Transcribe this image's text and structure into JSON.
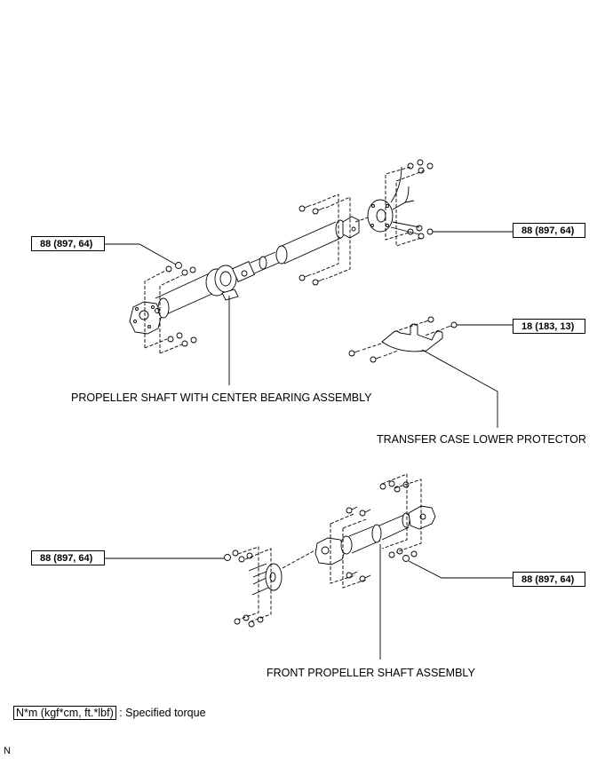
{
  "diagram": {
    "torque_callouts": [
      {
        "id": "rear-center-bearing-left",
        "value": "88 (897, 64)"
      },
      {
        "id": "rear-diff-flange-right",
        "value": "88 (897, 64)"
      },
      {
        "id": "protector-bolt",
        "value": "18 (183, 13)"
      },
      {
        "id": "front-transfer-left",
        "value": "88 (897, 64)"
      },
      {
        "id": "front-diff-right",
        "value": "88 (897, 64)"
      }
    ],
    "part_labels": [
      {
        "id": "propeller-shaft-center-bearing",
        "text": "PROPELLER SHAFT WITH CENTER BEARING ASSEMBLY"
      },
      {
        "id": "transfer-case-lower-protector",
        "text": "TRANSFER CASE LOWER PROTECTOR"
      },
      {
        "id": "front-propeller-shaft",
        "text": "FRONT PROPELLER SHAFT ASSEMBLY"
      }
    ],
    "legend": {
      "unit_box": "N*m (kgf*cm, ft.*lbf)",
      "description": ": Specified torque"
    },
    "corner_mark": "N"
  }
}
